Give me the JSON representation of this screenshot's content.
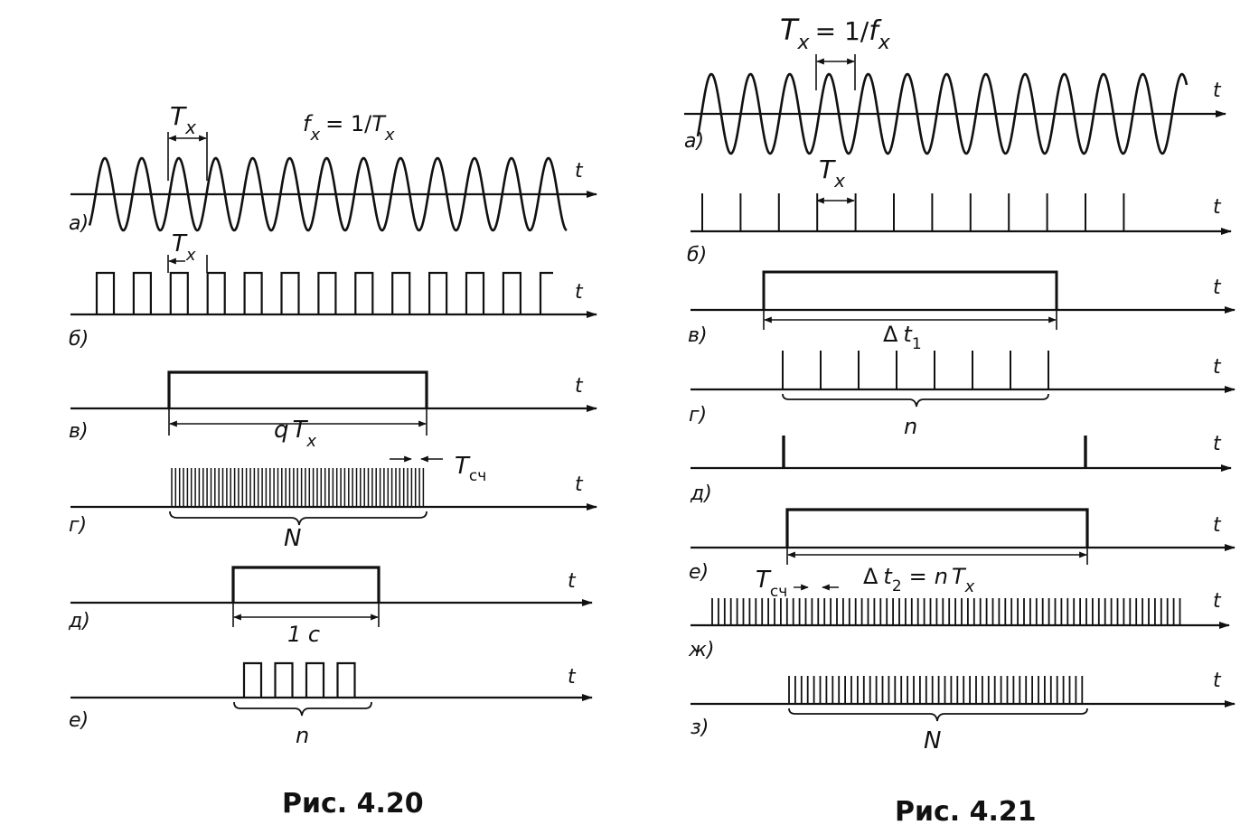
{
  "figures": {
    "fig420": {
      "caption": "Рис. 4.20",
      "rows": {
        "a": {
          "label": "а)",
          "axis": "t"
        },
        "b": {
          "label": "б)",
          "axis": "t"
        },
        "v": {
          "label": "в)",
          "axis": "t"
        },
        "g": {
          "label": "г)",
          "axis": "t"
        },
        "d": {
          "label": "д)",
          "axis": "t"
        },
        "e": {
          "label": "е)",
          "axis": "t"
        }
      },
      "period_symbol": {
        "main": "T",
        "sub": "x"
      },
      "freq_formula": {
        "f": "f",
        "f_sub": "x",
        "eq": "= 1/",
        "T": "T",
        "T_sub": "x"
      },
      "gate_label": {
        "q": "q",
        "T": "T",
        "sub": "x"
      },
      "counter_period": {
        "main": "T",
        "sub": "сч"
      },
      "count_total": "N",
      "time_window": "1 с",
      "count_small": "n"
    },
    "fig421": {
      "caption": "Рис. 4.21",
      "rows": {
        "a": {
          "label": "а)",
          "axis": "t"
        },
        "b": {
          "label": "б)",
          "axis": "t"
        },
        "v": {
          "label": "в)",
          "axis": "t"
        },
        "g": {
          "label": "г)",
          "axis": "t"
        },
        "d": {
          "label": "д)",
          "axis": "t"
        },
        "e": {
          "label": "е)",
          "axis": "t"
        },
        "zh": {
          "label": "ж)",
          "axis": "t"
        },
        "z": {
          "label": "з)",
          "axis": "t"
        }
      },
      "period_formula": {
        "T": "T",
        "T_sub": "x",
        "eq": "= 1/",
        "f": "f",
        "f_sub": "x"
      },
      "period_symbol": {
        "main": "T",
        "sub": "x"
      },
      "interval1": {
        "delta": "Δ",
        "t": "t",
        "sub": "1"
      },
      "interval2": {
        "delta": "Δ",
        "t": "t",
        "sub": "2",
        "eq": "=",
        "n": "n",
        "T": "T",
        "T_sub": "x"
      },
      "counter_period": {
        "main": "T",
        "sub": "сч"
      },
      "count_small": "n",
      "count_total": "N"
    }
  }
}
